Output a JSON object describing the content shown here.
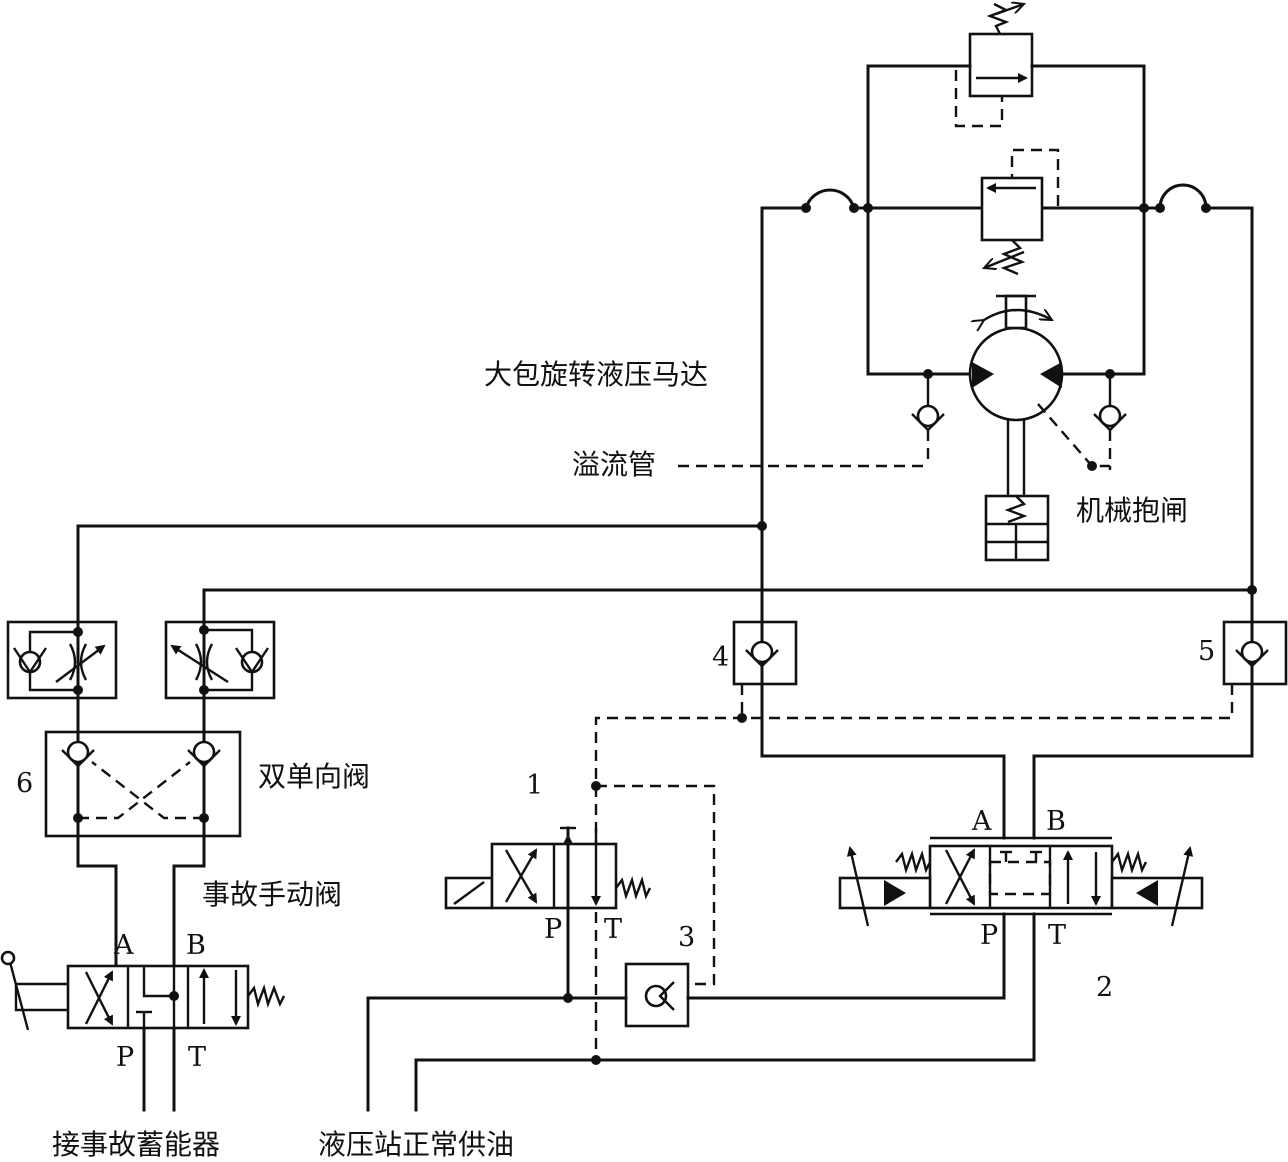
{
  "labels": {
    "motor": "大包旋转液压马达",
    "overflow": "溢流管",
    "brake": "机械抱闸",
    "double_check": "双单向阀",
    "manual_valve": "事故手动阀",
    "accumulator": "接事故蓄能器",
    "station": "液压站正常供油"
  },
  "numbers": {
    "n1": "1",
    "n2": "2",
    "n3": "3",
    "n4": "4",
    "n5": "5",
    "n6": "6"
  },
  "ports": {
    "A": "A",
    "B": "B",
    "P": "P",
    "T": "T"
  }
}
